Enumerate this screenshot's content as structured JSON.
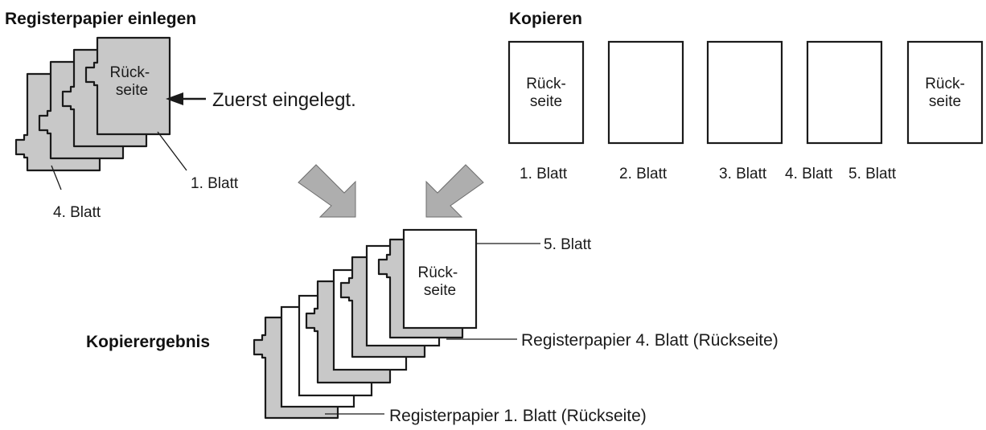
{
  "colors": {
    "tab_fill": "#c8c8c8",
    "paper_fill": "#ffffff",
    "arrow_fill": "#aeaeae",
    "line": "#1a1a1a"
  },
  "insert_section": {
    "heading": "Registerpapier einlegen",
    "front_sheet_label": "Rück-\nseite",
    "first_inserted_note": "Zuerst eingelegt.",
    "sheet_1_label": "1. Blatt",
    "sheet_4_label": "4. Blatt"
  },
  "copy_section": {
    "heading": "Kopieren",
    "sheets": [
      {
        "label": "1. Blatt",
        "content": "Rück-\nseite"
      },
      {
        "label": "2. Blatt",
        "content": ""
      },
      {
        "label": "3. Blatt",
        "content": ""
      },
      {
        "label": "4. Blatt",
        "content": ""
      },
      {
        "label": "5. Blatt",
        "content": "Rück-\nseite"
      }
    ]
  },
  "result_section": {
    "heading": "Kopierergebnis",
    "top_sheet_label": "Rück-\nseite",
    "sheet_5_callout": "5. Blatt",
    "tab_4_callout": "Registerpapier 4. Blatt (Rückseite)",
    "tab_1_callout": "Registerpapier 1. Blatt (Rückseite)"
  },
  "arrows": [
    "arrow-down-right-icon",
    "arrow-down-left-icon"
  ]
}
